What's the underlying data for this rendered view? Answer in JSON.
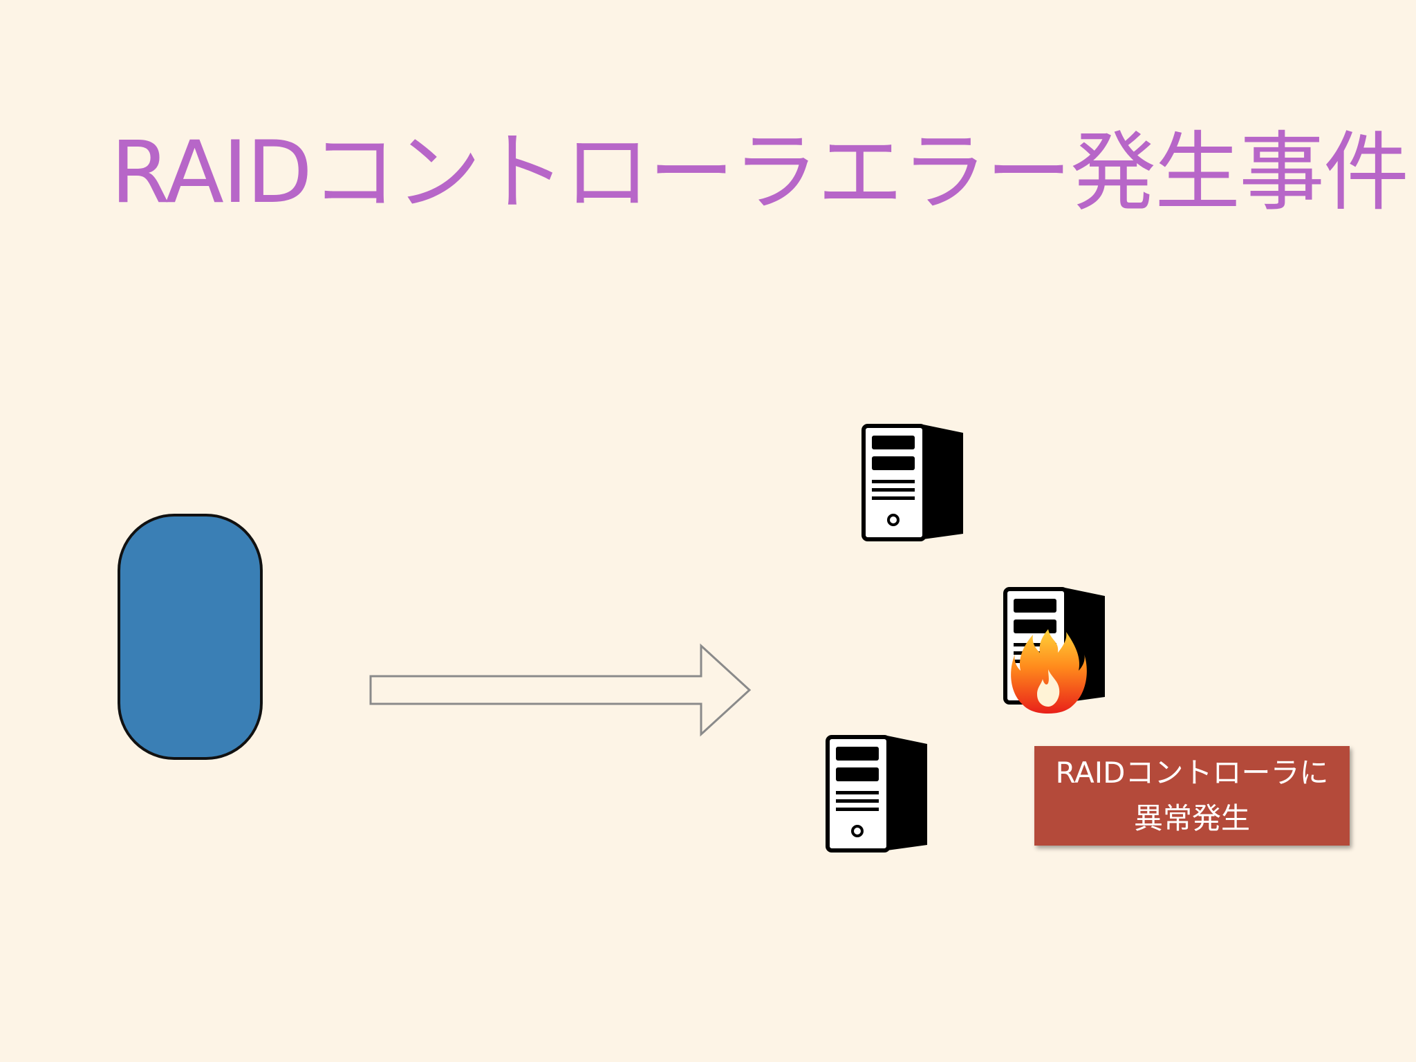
{
  "slide": {
    "title": "RAIDコントローラエラー発生事件",
    "alert": {
      "line1": "RAIDコントローラに",
      "line2": "異常発生"
    }
  },
  "icons": {
    "arrow": "right-arrow-icon",
    "server": "server-tower-icon",
    "fire": "fire-icon",
    "blob": "rounded-block-shape"
  },
  "colors": {
    "background": "#fdf4e6",
    "title": "#b766c8",
    "blob_fill": "#3a7fb5",
    "alert_fill": "#b44a3a",
    "alert_text": "#ffffff"
  }
}
